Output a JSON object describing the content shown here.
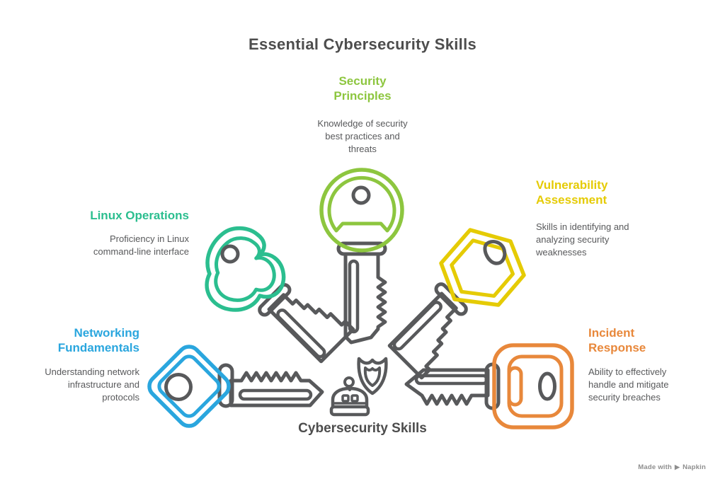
{
  "title": "Essential Cybersecurity Skills",
  "center_label": "Cybersecurity Skills",
  "watermark": {
    "prefix": "Made with",
    "brand": "Napkin",
    "logo_icon": "▶"
  },
  "colors": {
    "heading_text": "#4D4D4D",
    "body_text": "#58595B",
    "key_outline_gray": "#58595B",
    "green": "#8DC63F",
    "teal": "#2BBE8F",
    "yellow": "#E5CB05",
    "blue": "#2AA6DE",
    "orange": "#E8883B",
    "watermark": "#8E8E8E"
  },
  "skills": [
    {
      "id": "security-principles",
      "label": "Security\nPrinciples",
      "description": "Knowledge of security\nbest practices and\nthreats",
      "color": "#8DC63F",
      "key_icon": "round-head-key"
    },
    {
      "id": "linux-operations",
      "label": "Linux Operations",
      "description": "Proficiency in Linux\ncommand-line interface",
      "color": "#2BBE8F",
      "key_icon": "clover-head-key"
    },
    {
      "id": "vulnerability-assessment",
      "label": "Vulnerability\nAssessment",
      "description": "Skills in identifying and\nanalyzing security\nweaknesses",
      "color": "#E5CB05",
      "key_icon": "hexagon-head-key"
    },
    {
      "id": "networking-fundamentals",
      "label": "Networking\nFundamentals",
      "description": "Understanding network\ninfrastructure and\nprotocols",
      "color": "#2AA6DE",
      "key_icon": "diamond-head-key"
    },
    {
      "id": "incident-response",
      "label": "Incident\nResponse",
      "description": "Ability to effectively\nhandle and mitigate\nsecurity breaches",
      "color": "#E8883B",
      "key_icon": "rounded-square-head-key"
    }
  ]
}
